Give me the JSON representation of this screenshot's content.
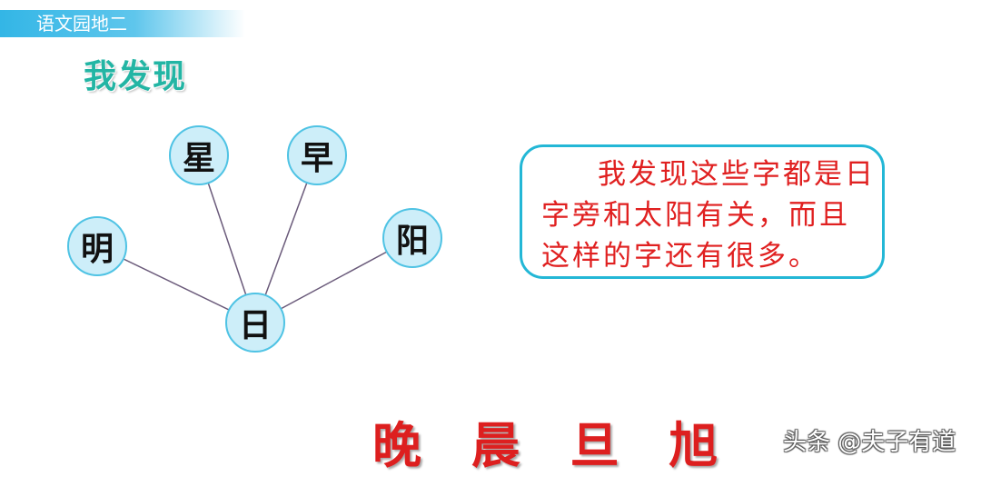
{
  "header": {
    "title": "语文园地二"
  },
  "section_title": "我发现",
  "diagram": {
    "center": "日",
    "nodes": [
      {
        "id": "ming",
        "char": "明"
      },
      {
        "id": "xing",
        "char": "星"
      },
      {
        "id": "zao",
        "char": "早"
      },
      {
        "id": "yang",
        "char": "阳"
      }
    ],
    "colors": {
      "circle_fill": "#cdeef9",
      "circle_stroke": "#4fc3e4",
      "line": "#6a5a7a"
    }
  },
  "callout": {
    "text": "我发现这些字都是日字旁和太阳有关，而且这样的字还有很多。",
    "border_color": "#23b7d6",
    "text_color": "#e02020"
  },
  "examples": "晚 晨 旦 旭",
  "watermark": "头条 @夫子有道"
}
